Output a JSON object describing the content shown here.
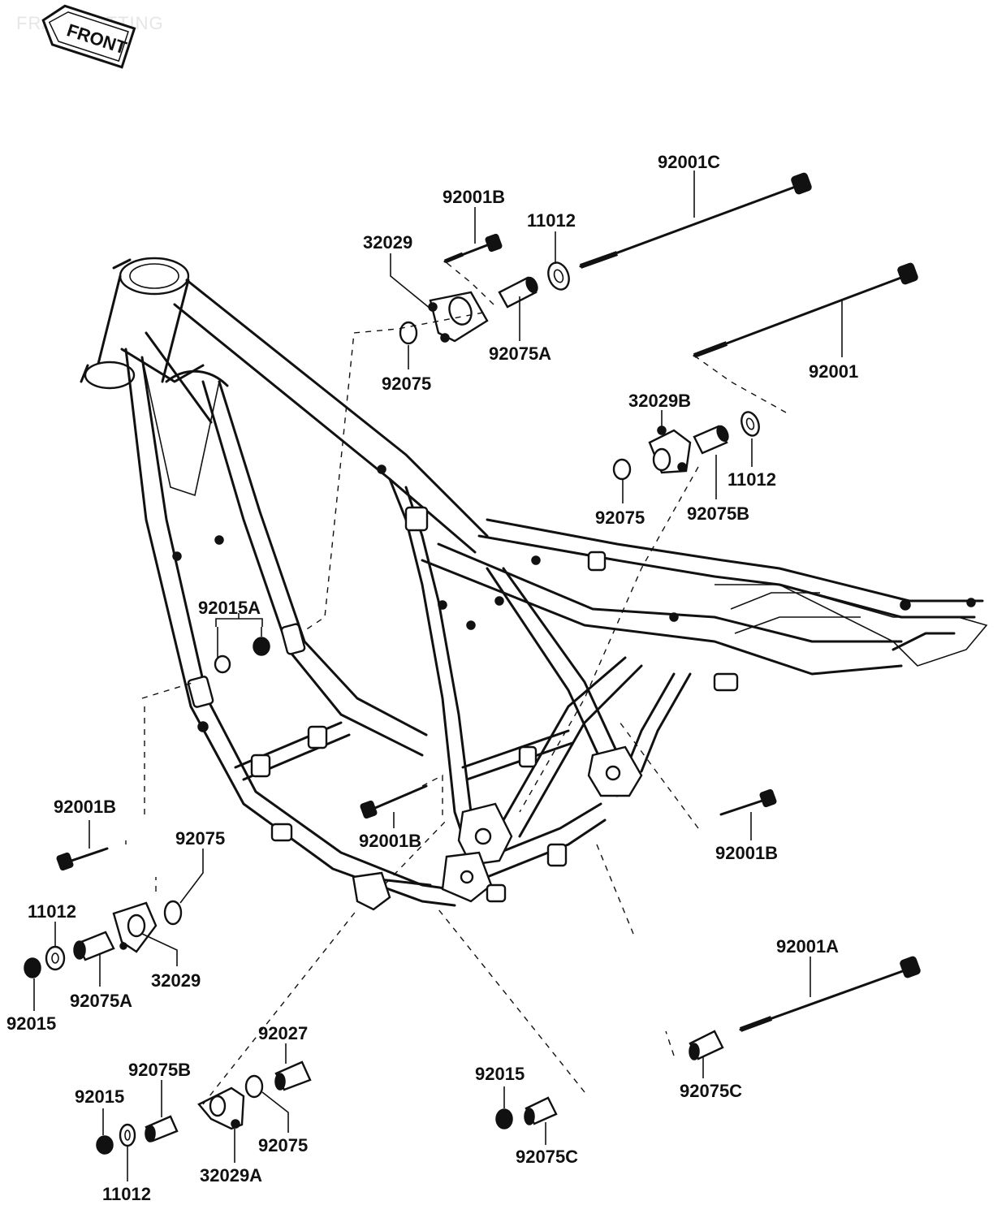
{
  "watermark": "FRAME FITTING",
  "front_marker": "FRONT",
  "labels": [
    {
      "id": "l1",
      "text": "92001C"
    },
    {
      "id": "l2",
      "text": "92001B"
    },
    {
      "id": "l3",
      "text": "11012"
    },
    {
      "id": "l4",
      "text": "32029"
    },
    {
      "id": "l5",
      "text": "92075A"
    },
    {
      "id": "l6",
      "text": "92075"
    },
    {
      "id": "l7",
      "text": "92001"
    },
    {
      "id": "l8",
      "text": "32029B"
    },
    {
      "id": "l9",
      "text": "11012"
    },
    {
      "id": "l10",
      "text": "92075"
    },
    {
      "id": "l11",
      "text": "92075B"
    },
    {
      "id": "l12",
      "text": "92015A"
    },
    {
      "id": "l13",
      "text": "92001B"
    },
    {
      "id": "l14",
      "text": "92075"
    },
    {
      "id": "l15",
      "text": "92001B"
    },
    {
      "id": "l16",
      "text": "92001B"
    },
    {
      "id": "l17",
      "text": "11012"
    },
    {
      "id": "l18",
      "text": "32029"
    },
    {
      "id": "l19",
      "text": "92075A"
    },
    {
      "id": "l20",
      "text": "92015"
    },
    {
      "id": "l21",
      "text": "92001A"
    },
    {
      "id": "l22",
      "text": "92027"
    },
    {
      "id": "l23",
      "text": "92075B"
    },
    {
      "id": "l24",
      "text": "92015"
    },
    {
      "id": "l25",
      "text": "92075"
    },
    {
      "id": "l26",
      "text": "32029A"
    },
    {
      "id": "l27",
      "text": "11012"
    },
    {
      "id": "l28",
      "text": "92015"
    },
    {
      "id": "l29",
      "text": "92075C"
    },
    {
      "id": "l30",
      "text": "92075C"
    }
  ]
}
